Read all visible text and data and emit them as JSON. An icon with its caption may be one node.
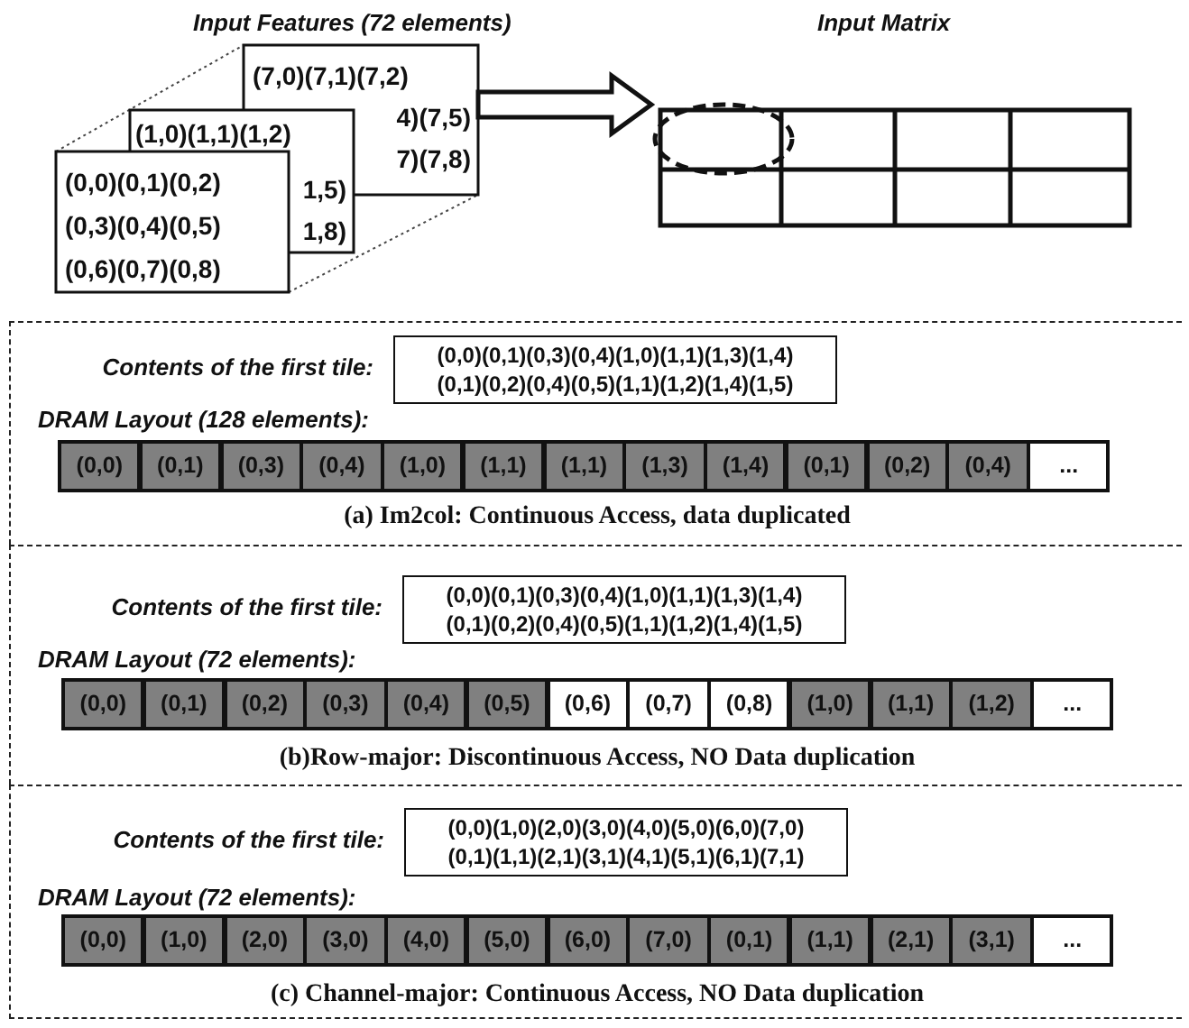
{
  "diagram": {
    "nodes": [
      {
        "text": [
          "(7,0)(7,1)(7,2)",
          "4)(7,5)",
          "7)(7,8)"
        ]
      },
      {
        "text": [
          "(1,0)(1,1)(1,2)",
          "1,5)",
          "1,8)"
        ]
      },
      {
        "text": [
          "(0,0)(0,1)(0,2)",
          "(0,3)(0,4)(0,5)",
          "(0,6)(0,7)(0,8)"
        ]
      },
      {
        "text": [
          "Input Matrix"
        ]
      },
      {
        "text": [
          "DRAM Layout (128 elements):",
          "(a) Im2col: Continuous Access, data duplicated"
        ]
      },
      {
        "text": [
          "(0,0)(0,1)(0,3)(0,4)(1,0)(1,1)(1,3)(1,4) (0,1)(0,2)(0,4)(0,5)(1,1)(1,2)(1,4)(1,5)"
        ],
        "beside": [
          "Contents of the first tile:"
        ],
        "in": 4
      },
      {
        "text": [
          "(0,0)"
        ],
        "in": 4
      },
      {
        "text": [
          "(0,1)"
        ],
        "in": 4
      },
      {
        "text": [
          "(0,3)"
        ],
        "in": 4
      },
      {
        "text": [
          "(0,4)"
        ],
        "in": 4
      },
      {
        "text": [
          "(1,0)"
        ],
        "in": 4
      },
      {
        "text": [
          "(1,1)"
        ],
        "in": 4
      },
      {
        "text": [
          "(1,1)"
        ],
        "in": 4
      },
      {
        "text": [
          "(1,3)"
        ],
        "in": 4
      },
      {
        "text": [
          "(1,4)"
        ],
        "in": 4
      },
      {
        "text": [
          "(0,1)"
        ],
        "in": 4
      },
      {
        "text": [
          "(0,2)"
        ],
        "in": 4
      },
      {
        "text": [
          "(0,4)"
        ],
        "in": 4
      },
      {
        "text": [
          "..."
        ],
        "in": 4
      },
      {
        "text": [
          "DRAM Layout (72 elements):",
          "(b)Row-major: Discontinuous Access, NO Data duplication"
        ]
      },
      {
        "text": [
          "(0,0)(0,1)(0,3)(0,4)(1,0)(1,1)(1,3)(1,4) (0,1)(0,2)(0,4)(0,5)(1,1)(1,2)(1,4)(1,5)"
        ],
        "beside": [
          "Contents of the first tile:"
        ],
        "in": 19
      },
      {
        "text": [
          "(0,0)"
        ],
        "in": 19
      },
      {
        "text": [
          "(0,1)"
        ],
        "in": 19
      },
      {
        "text": [
          "(0,2)"
        ],
        "in": 19
      },
      {
        "text": [
          "(0,3)"
        ],
        "in": 19
      },
      {
        "text": [
          "(0,4)"
        ],
        "in": 19
      },
      {
        "text": [
          "(0,5)"
        ],
        "in": 19
      },
      {
        "text": [
          "(0,6)"
        ],
        "in": 19
      },
      {
        "text": [
          "(0,7)"
        ],
        "in": 19
      },
      {
        "text": [
          "(0,8)"
        ],
        "in": 19
      },
      {
        "text": [
          "(1,0)"
        ],
        "in": 19
      },
      {
        "text": [
          "(1,1)"
        ],
        "in": 19
      },
      {
        "text": [
          "(1,2)"
        ],
        "in": 19
      },
      {
        "text": [
          "..."
        ],
        "in": 19
      },
      {
        "text": [
          "DRAM Layout (72 elements):",
          "(c)  Channel-major: Continuous Access, NO Data duplication"
        ]
      },
      {
        "text": [
          "(0,0)(1,0)(2,0)(3,0)(4,0)(5,0)(6,0)(7,0) (0,1)(1,1)(2,1)(3,1)(4,1)(5,1)(6,1)(7,1)"
        ],
        "beside": [
          "Contents of the first tile:"
        ],
        "in": 34
      },
      {
        "text": [
          "(0,0)"
        ],
        "in": 34
      },
      {
        "text": [
          "(1,0)"
        ],
        "in": 34
      },
      {
        "text": [
          "(2,0)"
        ],
        "in": 34
      },
      {
        "text": [
          "(3,0)"
        ],
        "in": 34
      },
      {
        "text": [
          "(4,0)"
        ],
        "in": 34
      },
      {
        "text": [
          "(5,0)"
        ],
        "in": 34
      },
      {
        "text": [
          "(6,0)"
        ],
        "in": 34
      },
      {
        "text": [
          "(7,0)"
        ],
        "in": 34
      },
      {
        "text": [
          "(0,1)"
        ],
        "in": 34
      },
      {
        "text": [
          "(1,1)"
        ],
        "in": 34
      },
      {
        "text": [
          "(2,1)"
        ],
        "in": 34
      },
      {
        "text": [
          "(3,1)"
        ],
        "in": 34
      },
      {
        "text": [
          "..."
        ],
        "in": 34
      }
    ],
    "edges": [
      {
        "from": 0,
        "to": 3,
        "arrow": "to",
        "style": "thick"
      }
    ],
    "labels": [
      "Input Features (72 elements)"
    ]
  }
}
